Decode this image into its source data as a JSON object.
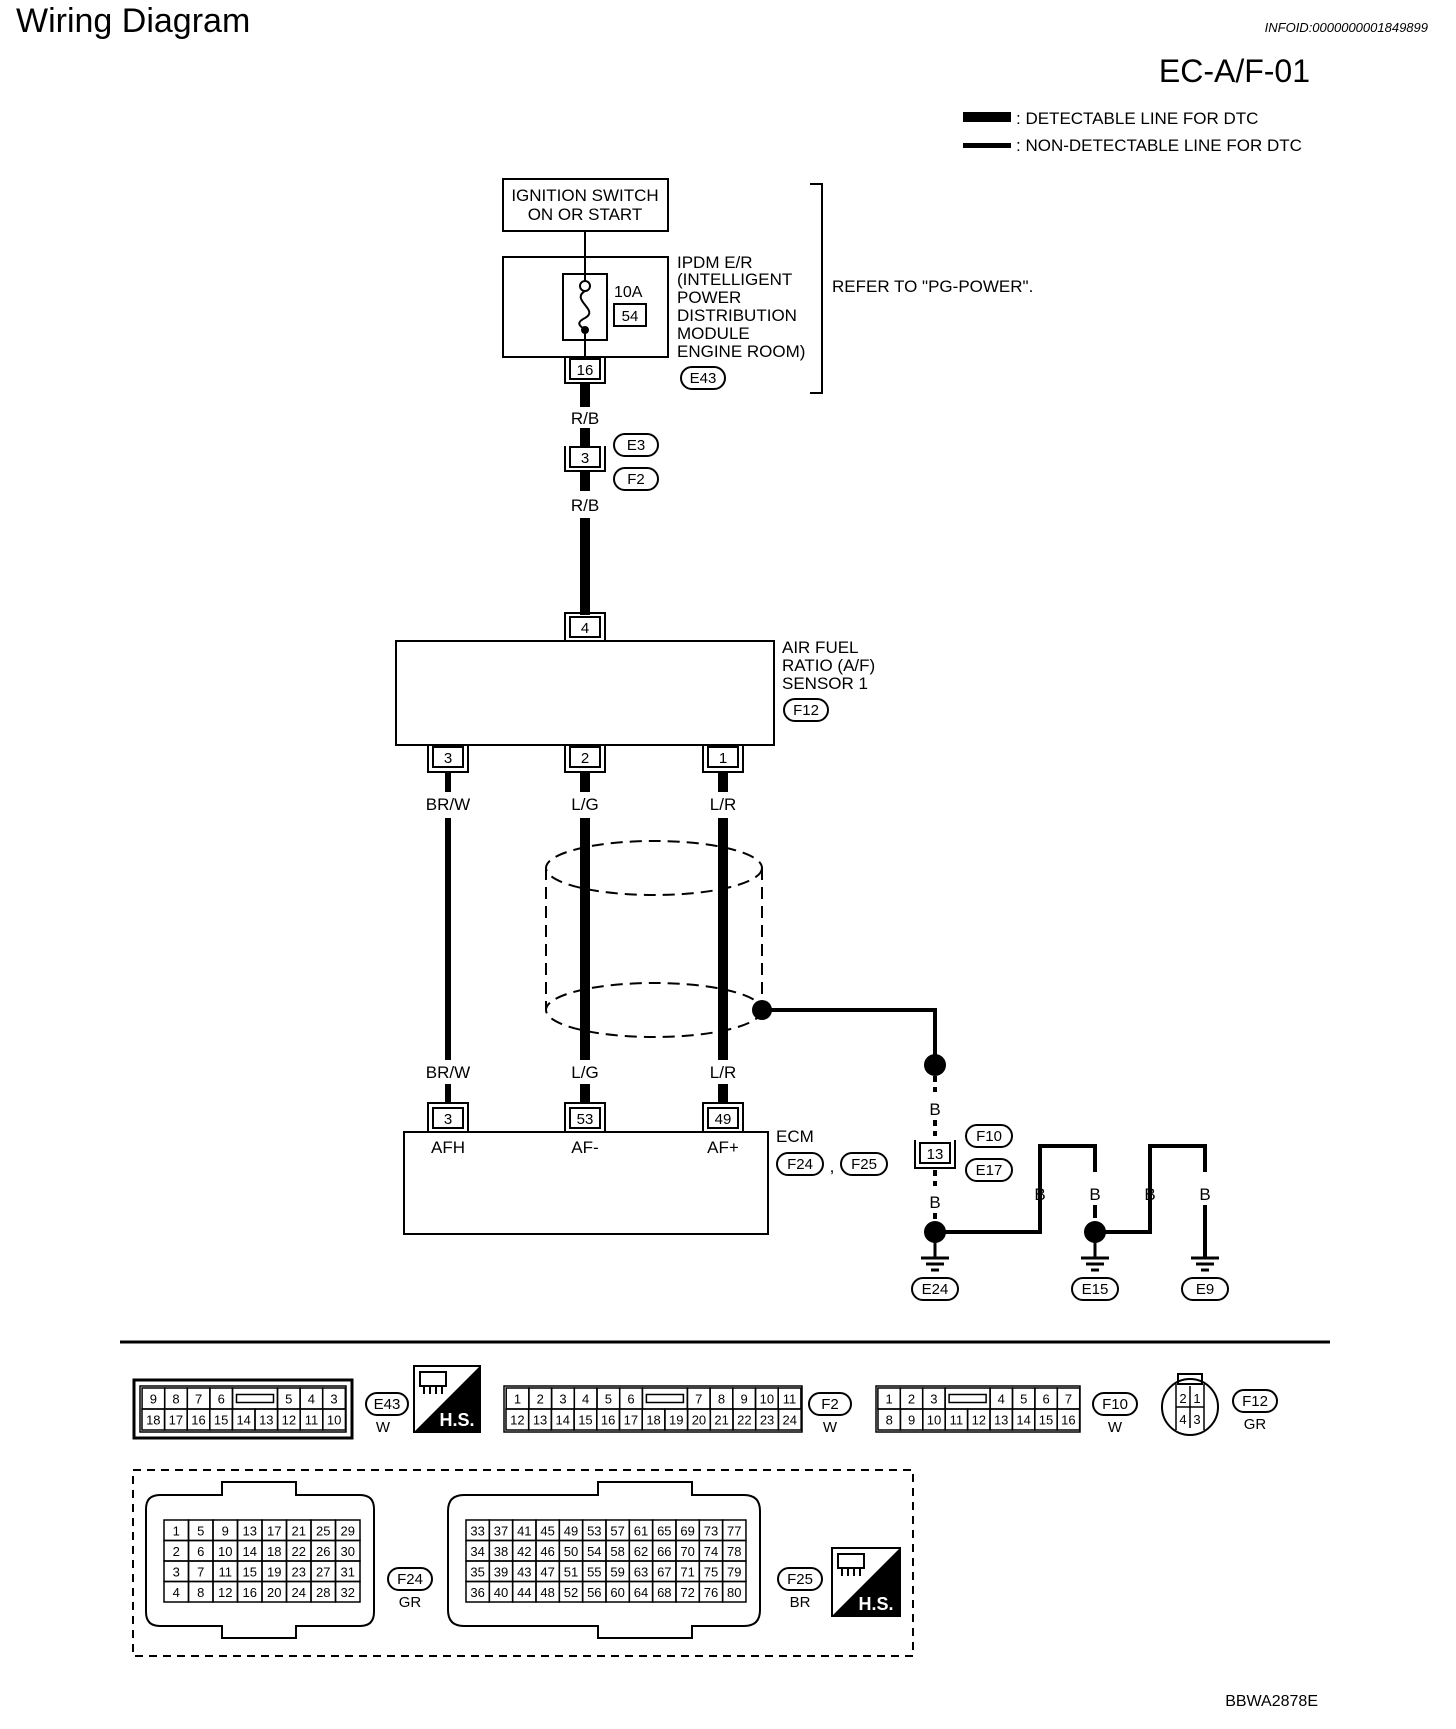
{
  "header": {
    "title": "Wiring Diagram",
    "info_id": "INFOID:0000000001849899",
    "code": "EC-A/F-01"
  },
  "legend": {
    "detectable": ": DETECTABLE LINE FOR DTC",
    "non_detectable": ": NON-DETECTABLE LINE FOR DTC"
  },
  "power": {
    "ignition_l1": "IGNITION SWITCH",
    "ignition_l2": "ON OR START",
    "ipdm_lines": [
      "IPDM E/R",
      "(INTELLIGENT",
      "POWER",
      "DISTRIBUTION",
      "MODULE",
      "ENGINE ROOM)"
    ],
    "fuse_rating": "10A",
    "fuse_no": "54",
    "ipdm_pin": "16",
    "ipdm_connector": "E43",
    "refer_note": "REFER TO \"PG-POWER\"."
  },
  "harness": {
    "wire_rb_1": "R/B",
    "joint_pin": "3",
    "joint_conn_1": "E3",
    "joint_conn_2": "F2",
    "wire_rb_2": "R/B"
  },
  "sensor": {
    "label_lines": [
      "AIR FUEL",
      "RATIO (A/F)",
      "SENSOR 1"
    ],
    "connector": "F12",
    "pin_top": "4",
    "pins": [
      "3",
      "2",
      "1"
    ],
    "wires_top": [
      "BR/W",
      "L/G",
      "L/R"
    ]
  },
  "ecm": {
    "wires_bottom": [
      "BR/W",
      "L/G",
      "L/R"
    ],
    "pins": [
      "3",
      "53",
      "49"
    ],
    "terminals": [
      "AFH",
      "AF-",
      "AF+"
    ],
    "label": "ECM",
    "conn_1": "F24",
    "sep": ",",
    "conn_2": "F25"
  },
  "ground": {
    "wire_b": "B",
    "joint_pin": "13",
    "joint_conn_1": "F10",
    "joint_conn_2": "E17",
    "grounds": [
      "E24",
      "E15",
      "E9"
    ]
  },
  "connectors": {
    "e43": {
      "id": "E43",
      "color": "W",
      "row1": [
        "9",
        "8",
        "7",
        "6",
        "",
        "5",
        "4",
        "3"
      ],
      "row2": [
        "18",
        "17",
        "16",
        "15",
        "14",
        "13",
        "12",
        "11",
        "10"
      ]
    },
    "hs_label": "H.S.",
    "f2": {
      "id": "F2",
      "color": "W",
      "row1": [
        "1",
        "2",
        "3",
        "4",
        "5",
        "6",
        "",
        "7",
        "8",
        "9",
        "10",
        "11"
      ],
      "row2": [
        "12",
        "13",
        "14",
        "15",
        "16",
        "17",
        "18",
        "19",
        "20",
        "21",
        "22",
        "23",
        "24"
      ]
    },
    "f10": {
      "id": "F10",
      "color": "W",
      "row1": [
        "1",
        "2",
        "3",
        "",
        "4",
        "5",
        "6",
        "7"
      ],
      "row2": [
        "8",
        "9",
        "10",
        "11",
        "12",
        "13",
        "14",
        "15",
        "16"
      ]
    },
    "f12": {
      "id": "F12",
      "color": "GR",
      "pins": [
        "2",
        "1",
        "4",
        "3"
      ]
    },
    "f24": {
      "id": "F24",
      "color": "GR",
      "rows": [
        [
          "1",
          "5",
          "9",
          "13",
          "17",
          "21",
          "25",
          "29"
        ],
        [
          "2",
          "6",
          "10",
          "14",
          "18",
          "22",
          "26",
          "30"
        ],
        [
          "3",
          "7",
          "11",
          "15",
          "19",
          "23",
          "27",
          "31"
        ],
        [
          "4",
          "8",
          "12",
          "16",
          "20",
          "24",
          "28",
          "32"
        ]
      ]
    },
    "f25": {
      "id": "F25",
      "color": "BR",
      "rows": [
        [
          "33",
          "37",
          "41",
          "45",
          "49",
          "53",
          "57",
          "61",
          "65",
          "69",
          "73",
          "77"
        ],
        [
          "34",
          "38",
          "42",
          "46",
          "50",
          "54",
          "58",
          "62",
          "66",
          "70",
          "74",
          "78"
        ],
        [
          "35",
          "39",
          "43",
          "47",
          "51",
          "55",
          "59",
          "63",
          "67",
          "71",
          "75",
          "79"
        ],
        [
          "36",
          "40",
          "44",
          "48",
          "52",
          "56",
          "60",
          "64",
          "68",
          "72",
          "76",
          "80"
        ]
      ]
    }
  },
  "footer": {
    "ref": "BBWA2878E"
  }
}
